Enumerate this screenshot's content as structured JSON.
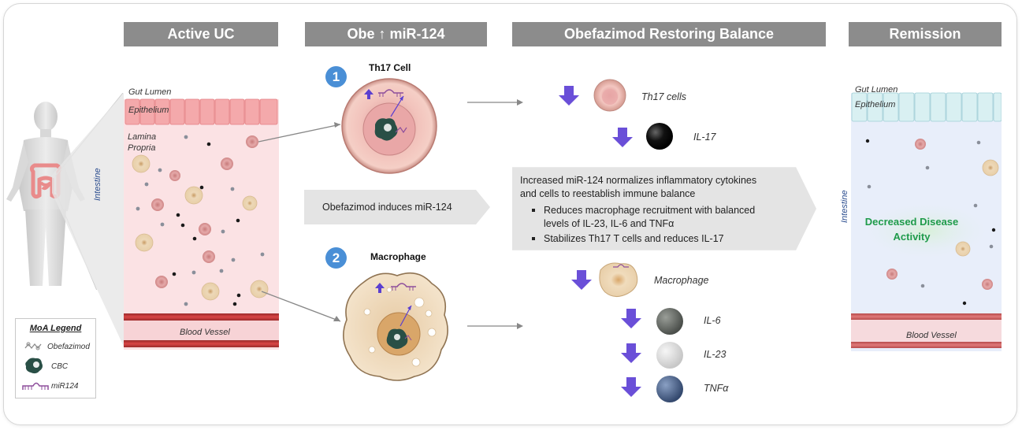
{
  "headers": {
    "active_uc": "Active UC",
    "obe_mir": "Obe ↑ miR-124",
    "restoring": "Obefazimod Restoring Balance",
    "remission": "Remission"
  },
  "left_panel": {
    "gut_lumen": "Gut Lumen",
    "epithelium": "Epithelium",
    "lamina": "Lamina",
    "propria": "Propria",
    "intestine": "Intestine",
    "blood_vessel": "Blood Vessel"
  },
  "legend": {
    "title": "MoA Legend",
    "obefazimod": "Obefazimod",
    "cbc": "CBC",
    "mir124": "miR124"
  },
  "steps": {
    "step1_number": "1",
    "step1_label": "Th17 Cell",
    "step2_number": "2",
    "step2_label": "Macrophage",
    "induces": "Obefazimod induces miR-124"
  },
  "outcomes": {
    "th17": "Th17 cells",
    "il17": "IL-17",
    "macrophage": "Macrophage",
    "il6": "IL-6",
    "il23": "IL-23",
    "tnfa": "TNFα"
  },
  "center": {
    "line1": "Increased miR-124 normalizes inflammatory cytokines",
    "line2": "and cells to reestablish immune balance",
    "bullet1_a": "Reduces macrophage recruitment with balanced",
    "bullet1_b": "levels of IL-23, IL-6 and TNFα",
    "bullet2": "Stabilizes Th17 T cells and reduces IL-17"
  },
  "right_panel": {
    "gut_lumen": "Gut Lumen",
    "epithelium": "Epithelium",
    "intestine": "Intestine",
    "decreased_line1": "Decreased Disease",
    "decreased_line2": "Activity",
    "blood_vessel": "Blood Vessel"
  },
  "colors": {
    "header_gray": "#8c8c8c",
    "step_blue": "#4a8fd6",
    "down_arrow": "#6a4fd8",
    "green_text": "#1f9b4a",
    "inflamed_tissue": "#fbe2e4",
    "remission_tissue": "#e8eefa"
  }
}
